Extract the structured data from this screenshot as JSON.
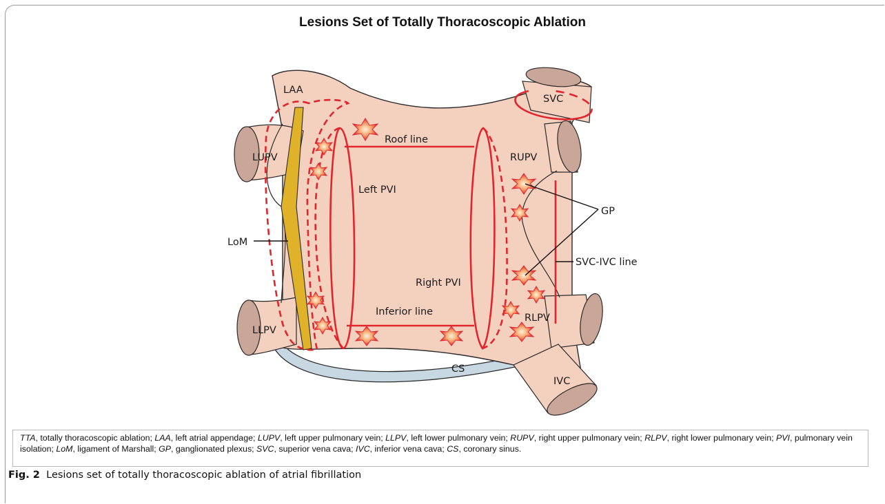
{
  "title": "Lesions Set of Totally Thoracoscopic Ablation",
  "labels": {
    "laa": "LAA",
    "svc": "SVC",
    "lupv": "LUPV",
    "llpv": "LLPV",
    "rupv": "RUPV",
    "rlpv": "RLPV",
    "ivc": "IVC",
    "cs": "CS",
    "lom": "LoM",
    "gp": "GP",
    "roof_line": "Roof line",
    "inferior_line": "Inferior line",
    "left_pvi": "Left PVI",
    "right_pvi": "Right PVI",
    "svc_ivc_line": "SVC-IVC line"
  },
  "legend": [
    {
      "abbr": "TTA",
      "text": ", totally thoracoscopic ablation; "
    },
    {
      "abbr": "LAA",
      "text": ", left atrial appendage; "
    },
    {
      "abbr": "LUPV",
      "text": ", left upper pulmonary vein; "
    },
    {
      "abbr": "LLPV",
      "text": ", left lower pulmonary vein; "
    },
    {
      "abbr": "RUPV",
      "text": ", right upper pulmonary vein; "
    },
    {
      "abbr": "RLPV",
      "text": ", right lower pulmonary vein; "
    },
    {
      "abbr": "PVI",
      "text": ", pulmonary vein isolation; "
    },
    {
      "abbr": "LoM",
      "text": ", ligament of Marshall; "
    },
    {
      "abbr": "GP",
      "text": ", ganglionated plexus; "
    },
    {
      "abbr": "SVC",
      "text": ", superior vena cava; "
    },
    {
      "abbr": "IVC",
      "text": ", inferior vena cava; "
    },
    {
      "abbr": "CS",
      "text": ", coronary sinus."
    }
  ],
  "caption": {
    "figure": "Fig. 2",
    "text": "Lesions set of totally thoracoscopic ablation of atrial fibrillation"
  },
  "colors": {
    "tissue": "#f4d0bf",
    "vessel_end": "#c9a697",
    "lesion": "#e0262d",
    "cs": "#c8d8e3",
    "lom": "#e0b22a",
    "outline": "#2a2a2a"
  }
}
